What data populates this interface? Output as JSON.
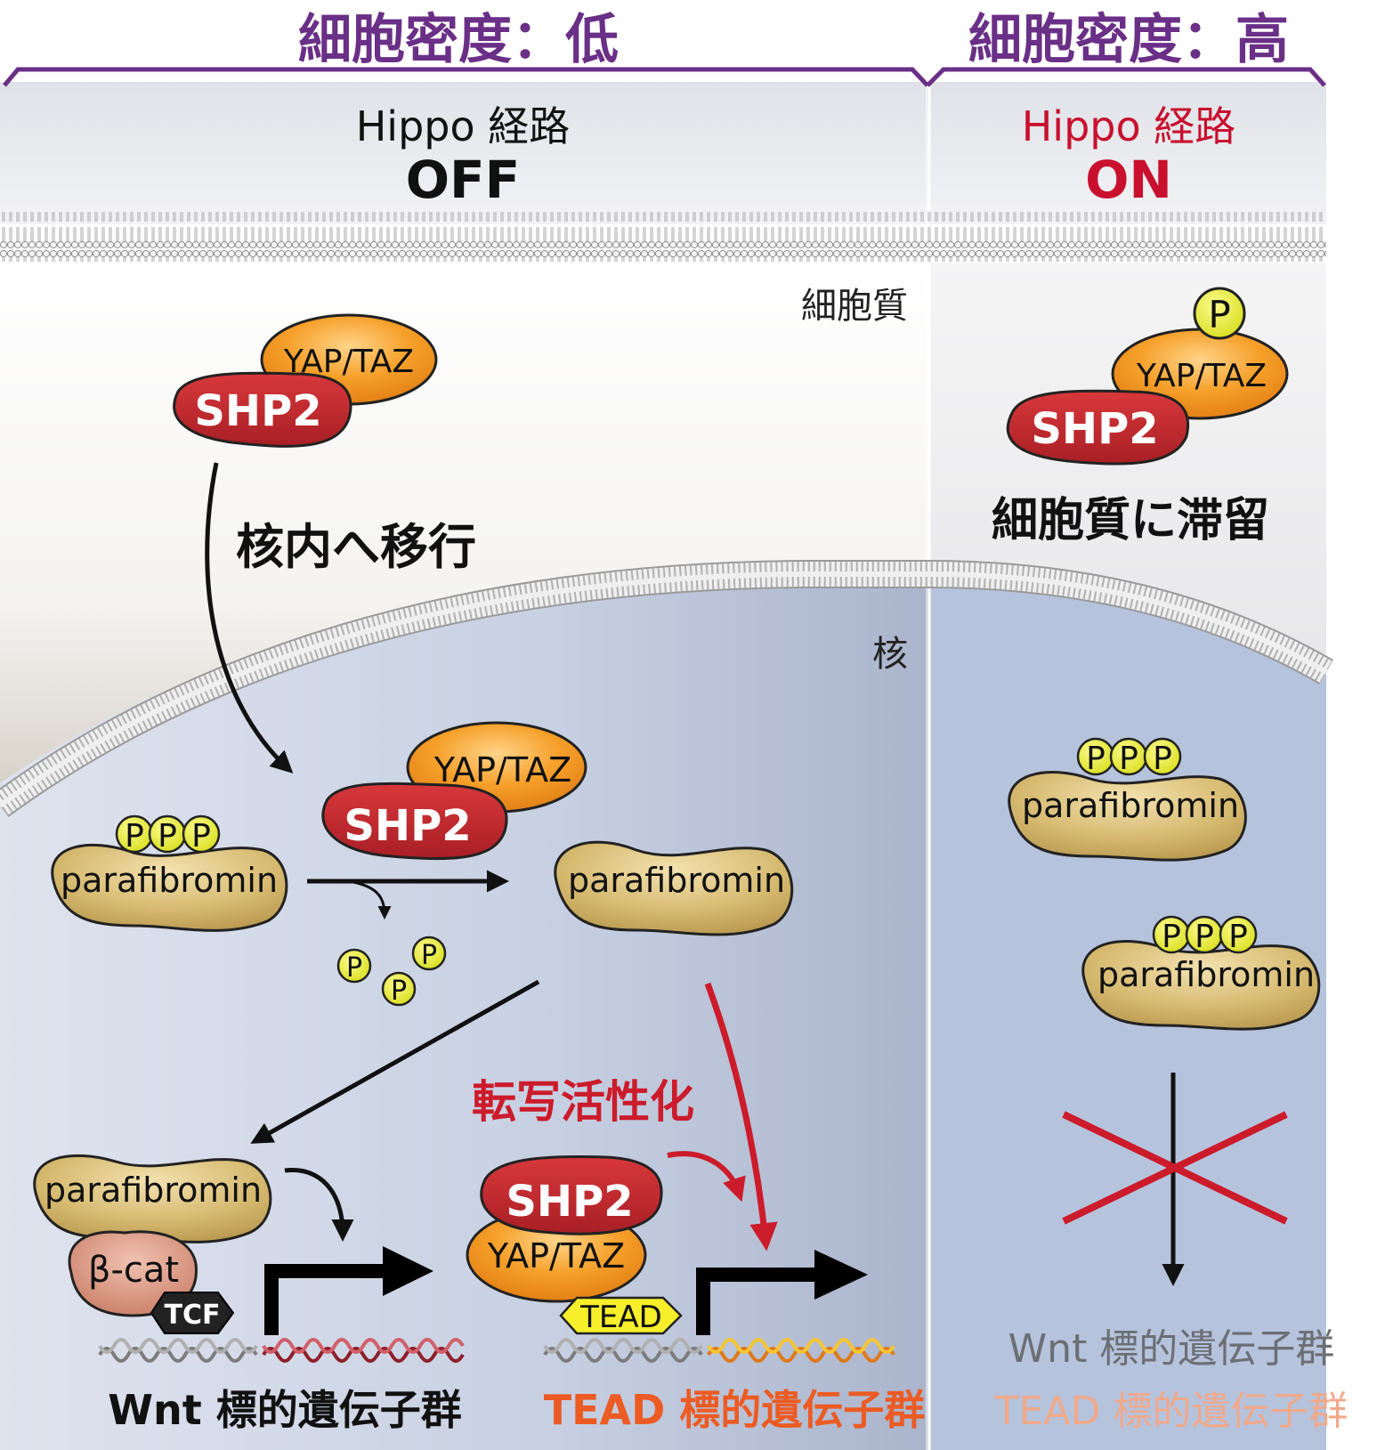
{
  "header": {
    "left_title": "細胞密度：低",
    "right_title": "細胞密度：高"
  },
  "colors": {
    "header_purple": "#6a2f86",
    "hippo_on_red": "#c8102e",
    "shp2_red": "#c32a2f",
    "yap_orange": "#f39a1e",
    "parafibromin_tan": "#d2b56d",
    "phospho_yellow": "#e6ea2b",
    "activation_red": "#cc1b2b",
    "tead_orange_text": "#ec5b24",
    "faded_gray": "#6b6e73",
    "faded_orange": "#f0a98a"
  },
  "left_panel": {
    "pathway_label": "Hippo 経路",
    "pathway_state": "OFF",
    "cytoplasm_label": "細胞質",
    "nucleus_label": "核",
    "complex_top": {
      "shp2": "SHP2",
      "yap": "YAP/TAZ"
    },
    "translocation_label": "核内へ移行",
    "complex_mid": {
      "shp2": "SHP2",
      "yap": "YAP/TAZ"
    },
    "phospho_parafibromin": {
      "label": "parafibromin",
      "phospho": [
        "P",
        "P",
        "P"
      ]
    },
    "released_phosphates": [
      "P",
      "P",
      "P"
    ],
    "dephospho_parafibromin": {
      "label": "parafibromin"
    },
    "transcription_label": "転写活性化",
    "wnt_complex": {
      "parafibromin": "parafibromin",
      "bcat": "β-cat",
      "tcf": "TCF"
    },
    "tead_complex": {
      "shp2": "SHP2",
      "yap": "YAP/TAZ",
      "tead": "TEAD"
    },
    "wnt_genes": "Wnt 標的遺伝子群",
    "tead_genes": "TEAD 標的遺伝子群"
  },
  "right_panel": {
    "pathway_label": "Hippo 経路",
    "pathway_state": "ON",
    "complex": {
      "phospho": "P",
      "shp2": "SHP2",
      "yap": "YAP/TAZ"
    },
    "retention_label": "細胞質に滞留",
    "parafibromin_1": {
      "label": "parafibromin",
      "phospho": [
        "P",
        "P",
        "P"
      ]
    },
    "parafibromin_2": {
      "label": "parafibromin",
      "phospho": [
        "P",
        "P",
        "P"
      ]
    },
    "wnt_genes": "Wnt 標的遺伝子群",
    "tead_genes": "TEAD 標的遺伝子群"
  }
}
